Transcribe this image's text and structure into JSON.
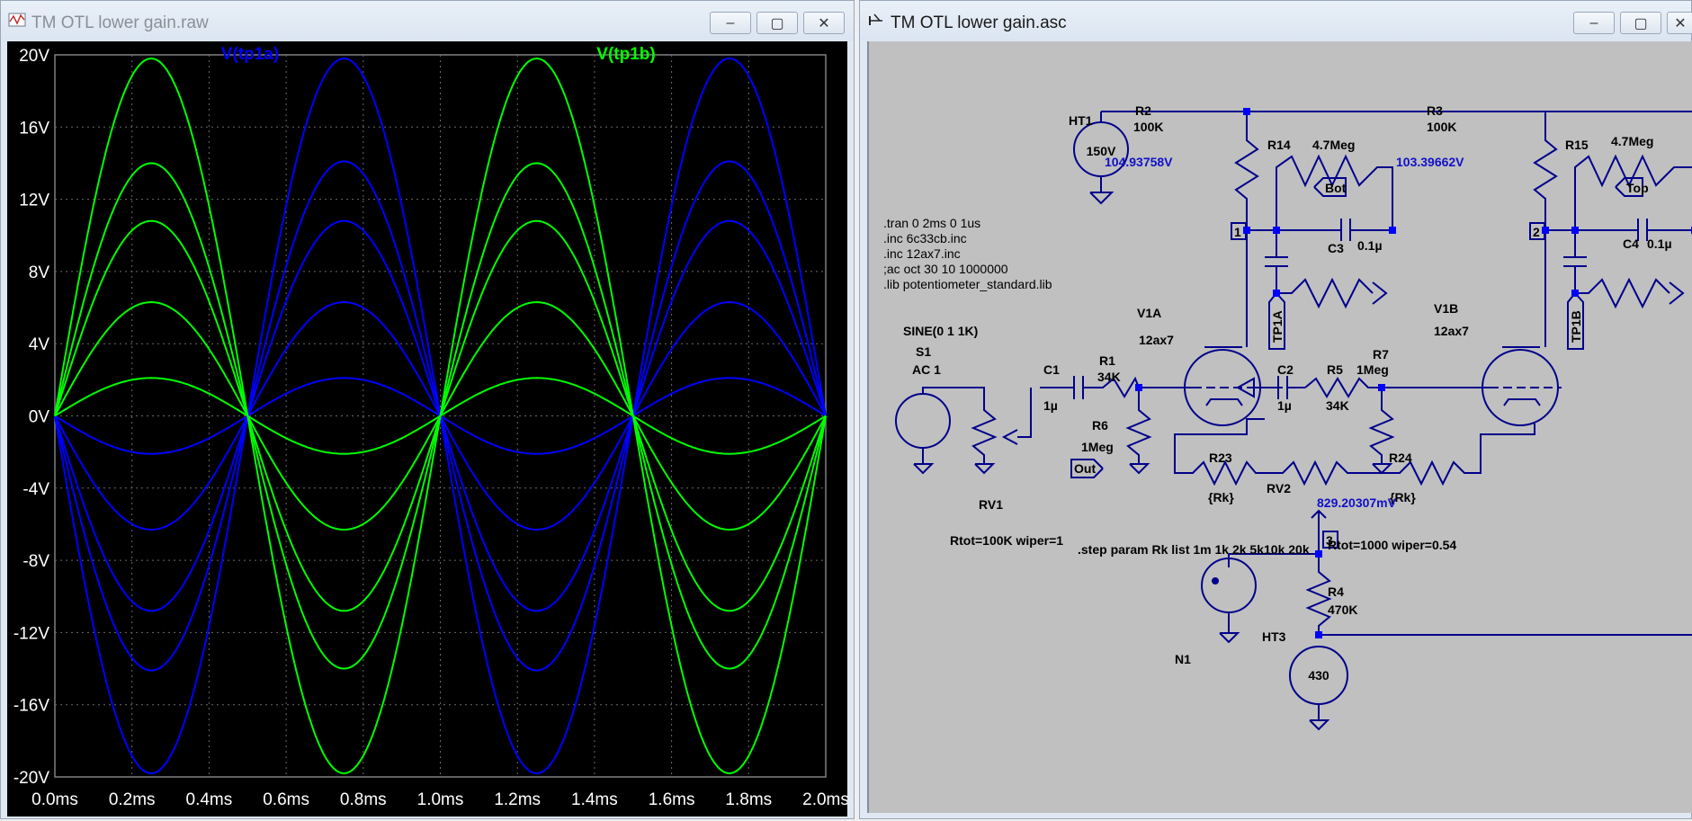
{
  "waveform_window": {
    "title": "TM OTL lower gain.raw",
    "minimize": "–",
    "maximize": "▢",
    "close": "✕",
    "traces": [
      {
        "label": "V(tp1a)",
        "color": "#0000ff"
      },
      {
        "label": "V(tp1b)",
        "color": "#00ff00"
      }
    ],
    "y_ticks": [
      "20V",
      "16V",
      "12V",
      "8V",
      "4V",
      "0V",
      "-4V",
      "-8V",
      "-12V",
      "-16V",
      "-20V"
    ],
    "x_ticks": [
      "0.0ms",
      "0.2ms",
      "0.4ms",
      "0.6ms",
      "0.8ms",
      "1.0ms",
      "1.2ms",
      "1.4ms",
      "1.6ms",
      "1.8ms",
      "2.0ms"
    ]
  },
  "chart_data": {
    "type": "line",
    "xlabel": "",
    "ylabel": "",
    "xlim": [
      0,
      2.0
    ],
    "ylim": [
      -20,
      20
    ],
    "grid": true,
    "frequency_khz": 1,
    "series": [
      {
        "name": "V(tp1a)",
        "color": "#0000ff",
        "amplitudes": [
          2.1,
          6.3,
          10.8,
          14.1,
          19.8
        ]
      },
      {
        "name": "V(tp1b)",
        "color": "#00ff00",
        "amplitudes": [
          2.1,
          6.3,
          10.8,
          14.0,
          19.8
        ]
      }
    ]
  },
  "schematic_window": {
    "title": "TM OTL lower gain.asc",
    "minimize": "–",
    "maximize": "▢",
    "close": "✕",
    "directives": [
      ".tran 0 2ms 0 1us",
      ".inc 6c33cb.inc",
      ".inc 12ax7.inc",
      ";ac oct 30 10 1000000",
      ".lib potentiometer_standard.lib"
    ],
    "step_directive": ".step param Rk list 1m 1k 2k 5k10k 20k",
    "labels": {
      "ht1": "HT1",
      "ht1_value": "150V",
      "r2": "R2",
      "r2_value": "100K",
      "r3": "R3",
      "r3_value": "100K",
      "r14": "R14",
      "r14_value": "4.7Meg",
      "r15": "R15",
      "r15_value": "4.7Meg",
      "v_node1": "104.93758V",
      "v_node2": "103.39662V",
      "c3": "C3",
      "c3_value": "0.1µ",
      "c4": "C4",
      "c4_value": "0.1µ",
      "bot": "Bot",
      "top": "Top",
      "tp1a": "TP1A",
      "tp1b": "TP1B",
      "node1": "1",
      "node2": "2",
      "node3": "3",
      "sine": "SINE(0 1 1K)",
      "s1": "S1",
      "ac": "AC 1",
      "v1a": "V1A",
      "v1a_value": "12ax7",
      "v1b": "V1B",
      "v1b_value": "12ax7",
      "r1": "R1",
      "r1_value": "34K",
      "c1": "C1",
      "c1_value": "1µ",
      "c2": "C2",
      "c2_value": "1µ",
      "r5": "R5",
      "r5_value": "34K",
      "r7": "R7",
      "r7_value": "1Meg",
      "r6": "R6",
      "r6_value": "1Meg",
      "out": "Out",
      "rv1": "RV1",
      "rv1_param": "Rtot=100K wiper=1",
      "r23": "R23",
      "r23_value": "{Rk}",
      "r24": "R24",
      "r24_value": "{Rk}",
      "rv2": "RV2",
      "rv2_param": "Rtot=1000 wiper=0.54",
      "v_node3": "829.20307mV",
      "r4": "R4",
      "r4_value": "470K",
      "n1": "N1",
      "ht3": "HT3",
      "ht3_value": "430"
    }
  }
}
